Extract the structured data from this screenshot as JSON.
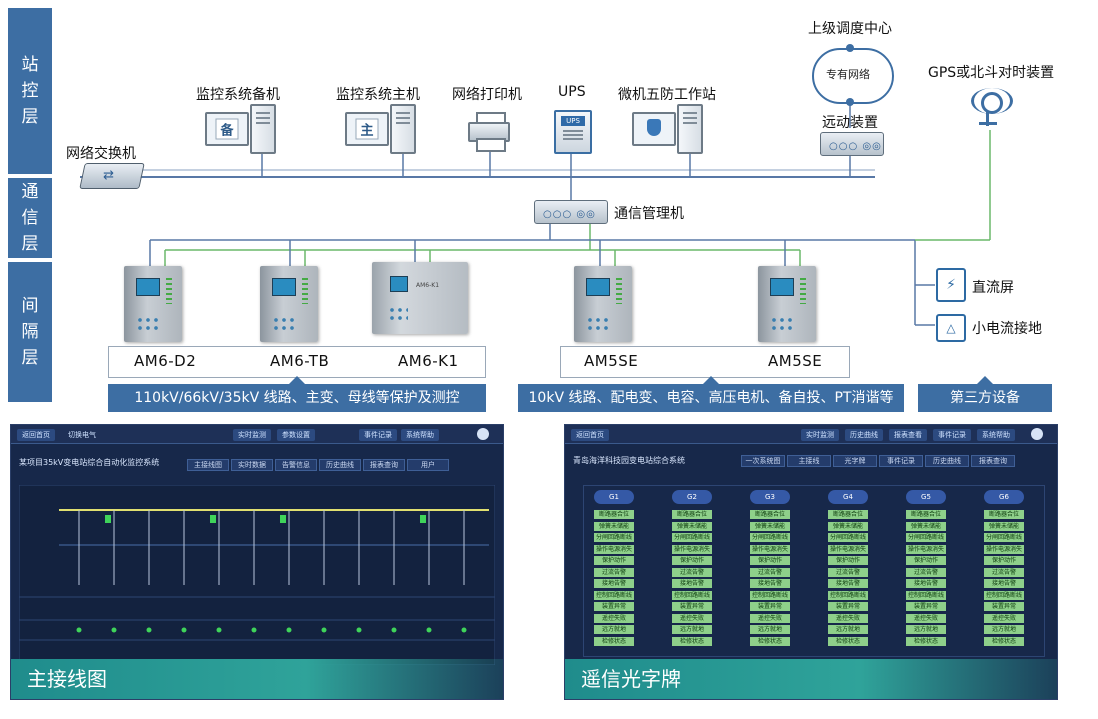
{
  "layers": {
    "station": "站控层",
    "comm": "通信层",
    "bay": "间隔层"
  },
  "station_devices": {
    "backup": {
      "label": "监控系统备机",
      "glyph": "备"
    },
    "main": {
      "label": "监控系统主机",
      "glyph": "主"
    },
    "printer": {
      "label": "网络打印机"
    },
    "ups": {
      "label": "UPS",
      "glyph": "UPS"
    },
    "wufang": {
      "label": "微机五防工作站"
    },
    "switch": {
      "label": "网络交换机"
    },
    "dispatch": {
      "label": "上级调度中心",
      "cloud": "专有网络"
    },
    "remote": {
      "label": "远动装置"
    },
    "gps": {
      "label": "GPS或北斗对时装置"
    }
  },
  "comm_devices": {
    "manager": {
      "label": "通信管理机"
    }
  },
  "bay_devices": {
    "models_left": [
      "AM6-D2",
      "AM6-TB",
      "AM6-K1"
    ],
    "models_mid": [
      "AM5SE",
      "AM5SE"
    ],
    "dc": {
      "label": "直流屏"
    },
    "ground": {
      "label": "小电流接地"
    }
  },
  "banners": {
    "left": "110kV/66kV/35kV 线路、主变、母线等保护及测控",
    "mid": "10kV 线路、配电变、电容、高压电机、备自投、PT消谐等",
    "right": "第三方设备"
  },
  "screens": {
    "left": {
      "caption": "主接线图",
      "title": "某项目35kV变电站综合自动化监控系统",
      "buttons": [
        "返回首页",
        "切换电气",
        "实时监测",
        "参数设置",
        "事件记录",
        "系统帮助"
      ],
      "tabs": [
        "主接线图",
        "实时数据",
        "告警信息",
        "历史曲线",
        "报表查询",
        "用户"
      ]
    },
    "right": {
      "caption": "遥信光字牌",
      "title": "青岛海洋科技园变电站综合系统",
      "buttons": [
        "返回首页",
        "实时监测",
        "历史曲线",
        "报表查看",
        "事件记录",
        "系统帮助"
      ],
      "tabs": [
        "一次系统图",
        "主接线",
        "光字牌",
        "事件记录",
        "历史曲线",
        "报表查询"
      ],
      "groups": [
        "G1",
        "G2",
        "G3",
        "G4",
        "G5",
        "G6"
      ],
      "signals": [
        "断路器合位",
        "弹簧未储能",
        "分闸回路断线",
        "操作电源消失",
        "保护动作",
        "过流告警",
        "接地告警",
        "控制回路断线",
        "装置异常",
        "遥控失败",
        "远方就地",
        "检修状态"
      ]
    }
  },
  "colors": {
    "layer_blue": "#3d6ea3",
    "line_blue": "#5878a6",
    "line_green": "#6ab86a",
    "screen_bg": "#17284a",
    "caption_teal": "#2fa39a"
  }
}
